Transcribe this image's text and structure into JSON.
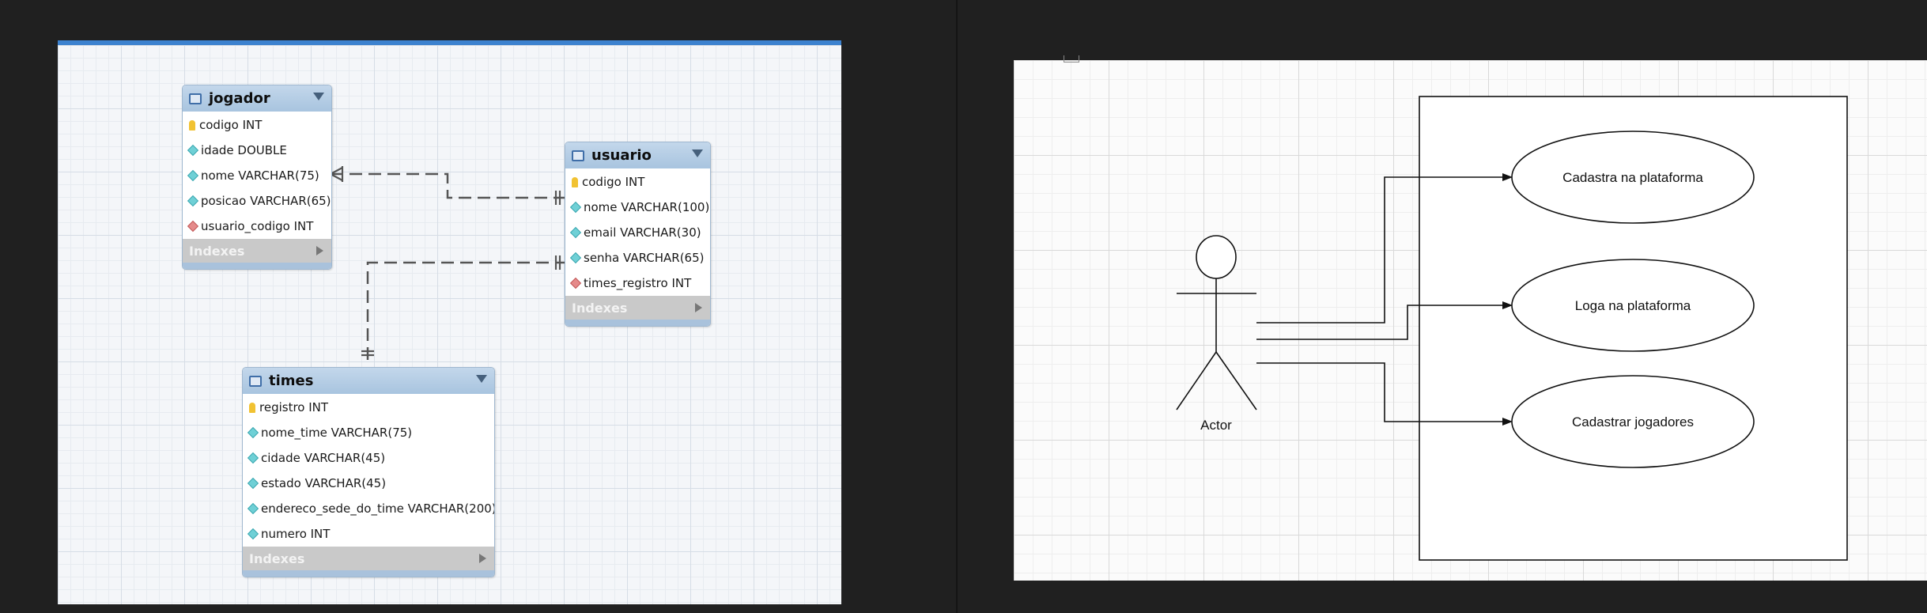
{
  "er_diagram": {
    "tables": [
      {
        "name": "jogador",
        "columns": [
          {
            "kind": "pk",
            "text": "codigo INT"
          },
          {
            "kind": "col",
            "text": "idade DOUBLE"
          },
          {
            "kind": "col",
            "text": "nome VARCHAR(75)"
          },
          {
            "kind": "col",
            "text": "posicao VARCHAR(65)"
          },
          {
            "kind": "fk",
            "text": "usuario_codigo INT"
          }
        ],
        "indexes_label": "Indexes"
      },
      {
        "name": "usuario",
        "columns": [
          {
            "kind": "pk",
            "text": "codigo INT"
          },
          {
            "kind": "col",
            "text": "nome VARCHAR(100)"
          },
          {
            "kind": "col",
            "text": "email VARCHAR(30)"
          },
          {
            "kind": "col",
            "text": "senha VARCHAR(65)"
          },
          {
            "kind": "fk",
            "text": "times_registro INT"
          }
        ],
        "indexes_label": "Indexes"
      },
      {
        "name": "times",
        "columns": [
          {
            "kind": "pk",
            "text": "registro INT"
          },
          {
            "kind": "col",
            "text": "nome_time VARCHAR(75)"
          },
          {
            "kind": "col",
            "text": "cidade VARCHAR(45)"
          },
          {
            "kind": "col",
            "text": "estado VARCHAR(45)"
          },
          {
            "kind": "col",
            "text": "endereco_sede_do_time VARCHAR(200)"
          },
          {
            "kind": "col",
            "text": "numero INT"
          }
        ],
        "indexes_label": "Indexes"
      }
    ],
    "relationships": [
      {
        "from": "jogador",
        "to": "usuario",
        "from_end": "many",
        "to_end": "one",
        "line": "dashed"
      },
      {
        "from": "times",
        "to": "usuario",
        "from_end": "one",
        "to_end": "one",
        "line": "dashed"
      }
    ]
  },
  "use_case_diagram": {
    "actor": "Actor",
    "use_cases": [
      "Cadastra na plataforma",
      "Loga na plataforma",
      "Cadastrar jogadores"
    ]
  },
  "colors": {
    "background": "#202020",
    "er_canvas": "#f4f6f9",
    "er_accent": "#3c82cf",
    "table_header": "#a8c4df",
    "uc_canvas": "#fbfbfb"
  }
}
